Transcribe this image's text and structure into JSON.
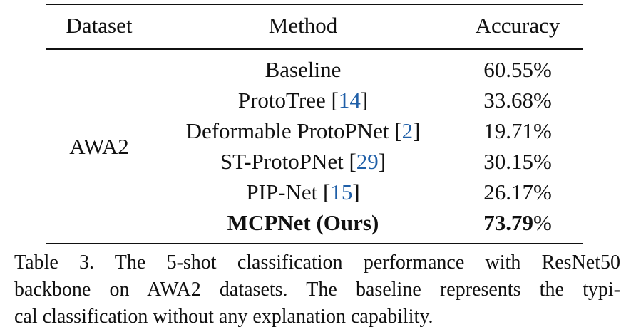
{
  "table": {
    "headers": {
      "dataset": "Dataset",
      "method": "Method",
      "accuracy": "Accuracy"
    },
    "dataset": "AWA2",
    "rows": [
      {
        "method": "Baseline",
        "ref": "",
        "accuracy": "60.55%",
        "bold": false
      },
      {
        "method": "ProtoTree",
        "ref": "14",
        "accuracy": "33.68%",
        "bold": false
      },
      {
        "method": "Deformable ProtoPNet",
        "ref": "2",
        "accuracy": "19.71%",
        "bold": false
      },
      {
        "method": "ST-ProtoPNet",
        "ref": "29",
        "accuracy": "30.15%",
        "bold": false
      },
      {
        "method": "PIP-Net",
        "ref": "15",
        "accuracy": "26.17%",
        "bold": false
      },
      {
        "method": "MCPNet (Ours)",
        "ref": "",
        "accuracy_number": "73.79",
        "accuracy_unit": "%",
        "bold": true
      }
    ]
  },
  "caption": {
    "lines": [
      "Table 3.  The 5-shot classification performance with ResNet50",
      "backbone on AWA2 datasets.  The baseline represents the typi-",
      "cal classification without any explanation capability."
    ]
  }
}
